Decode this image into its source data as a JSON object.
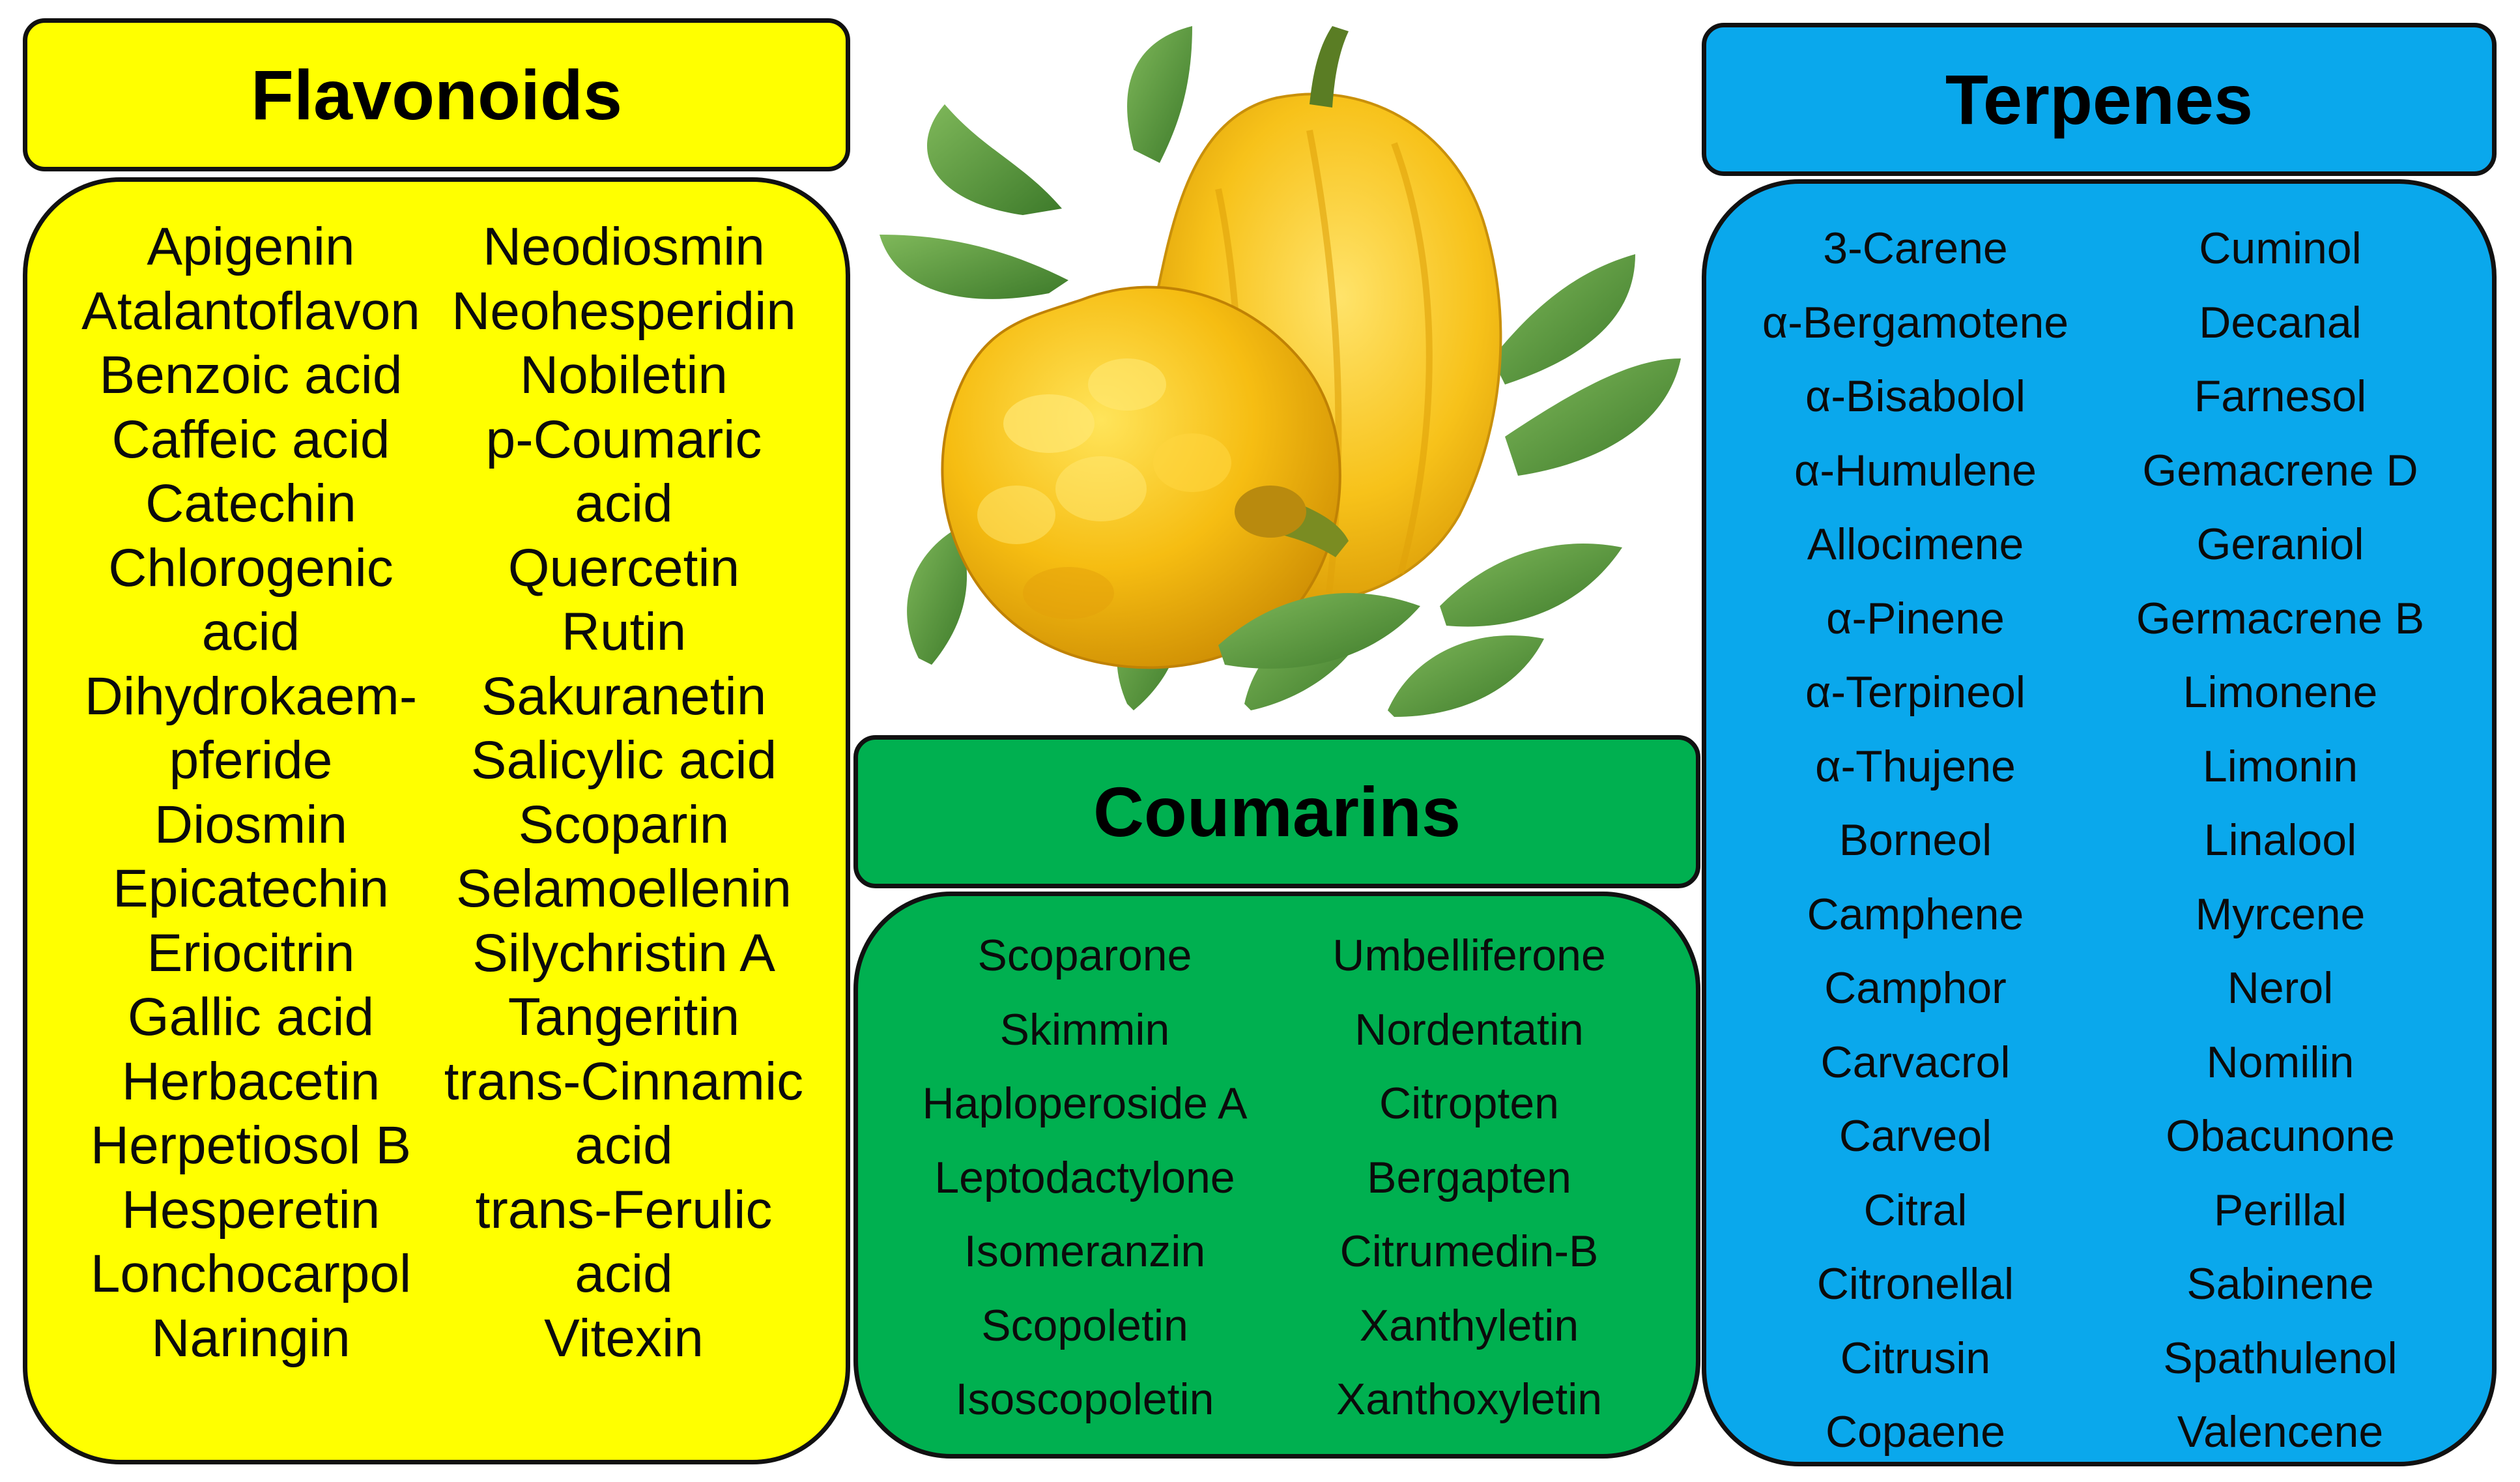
{
  "flavonoids": {
    "title": "Flavonoids",
    "col1": [
      "Apigenin",
      "Atalantoflavon",
      "Benzoic acid",
      "Caffeic acid",
      "Catechin",
      "Chlorogenic",
      "acid",
      "Dihydrokaem-",
      "pferide",
      "Diosmin",
      "Epicatechin",
      "Eriocitrin",
      "Gallic acid",
      "Herbacetin",
      "Herpetiosol B",
      "Hesperetin",
      "Lonchocarpol",
      "Naringin"
    ],
    "col2": [
      "Neodiosmin",
      "Neohesperidin",
      "Nobiletin",
      "p-Coumaric",
      "acid",
      "Quercetin",
      "Rutin",
      "Sakuranetin",
      "Salicylic acid",
      "Scoparin",
      "Selamoellenin",
      "Silychristin A",
      "Tangeritin",
      "trans-Cinnamic",
      "acid",
      "trans-Ferulic",
      "acid",
      "Vitexin"
    ]
  },
  "coumarins": {
    "title": "Coumarins",
    "col1": [
      "Scoparone",
      "Skimmin",
      "Haploperoside A",
      "Leptodactylone",
      "Isomeranzin",
      "Scopoletin",
      "Isoscopoletin"
    ],
    "col2": [
      "Umbelliferone",
      "Nordentatin",
      "Citropten",
      "Bergapten",
      "Citrumedin-B",
      "Xanthyletin",
      "Xanthoxyletin"
    ]
  },
  "terpenes": {
    "title": "Terpenes",
    "col1": [
      "3-Carene",
      "α-Bergamotene",
      "α-Bisabolol",
      "α-Humulene",
      "Allocimene",
      "α-Pinene",
      "α-Terpineol",
      "α-Thujene",
      "Borneol",
      "Camphene",
      "Camphor",
      "Carvacrol",
      "Carveol",
      "Citral",
      "Citronellal",
      "Citrusin",
      "Copaene"
    ],
    "col2": [
      "Cuminol",
      "Decanal",
      "Farnesol",
      "Gemacrene D",
      "Geraniol",
      "Germacrene B",
      "Limonene",
      "Limonin",
      "Linalool",
      "Myrcene",
      "Nerol",
      "Nomilin",
      "Obacunone",
      "Perillal",
      "Sabinene",
      "Spathulenol",
      "Valencene"
    ]
  },
  "colors": {
    "flavonoids": "#ffff00",
    "coumarins": "#00b050",
    "terpenes": "#0aa8ec"
  },
  "image": {
    "icon": "citron-fruit-icon"
  }
}
